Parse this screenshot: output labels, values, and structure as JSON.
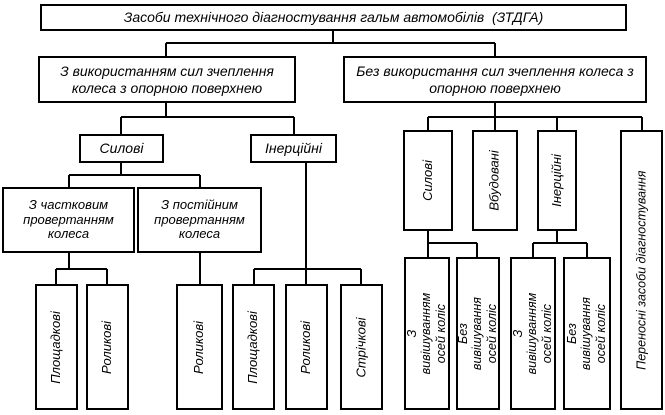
{
  "title": "Засоби технічного діагностування гальм автомобілів  (ЗТДГА)",
  "level1": {
    "with_adhesion": "З використанням сил зчеплення колеса з опорною поверхнею",
    "without_adhesion": "Без використання сил зчеплення колеса з опорною поверхнею"
  },
  "with_branch": {
    "force": "Силові",
    "inertial": "Інерційні",
    "partial_rotation": "З частковим провертанням колеса",
    "constant_rotation": "З постійним провертанням колеса",
    "partial_leaves": [
      "Площадкові",
      "Роликові"
    ],
    "constant_leaves": [
      "Роликові"
    ],
    "inertial_leaves": [
      "Площадкові",
      "Роликові",
      "Стрічкові"
    ]
  },
  "without_branch": {
    "force": "Силові",
    "builtin": "Вбудовані",
    "inertial": "Інерційні",
    "portable": "Переносні засоби діагностування",
    "force_leaves": [
      "З вивішуванням осей коліс",
      "Без вивішування осей коліс"
    ],
    "inertial_leaves": [
      "З вивішуванням осей коліс",
      "Без вивішування осей коліс"
    ]
  }
}
